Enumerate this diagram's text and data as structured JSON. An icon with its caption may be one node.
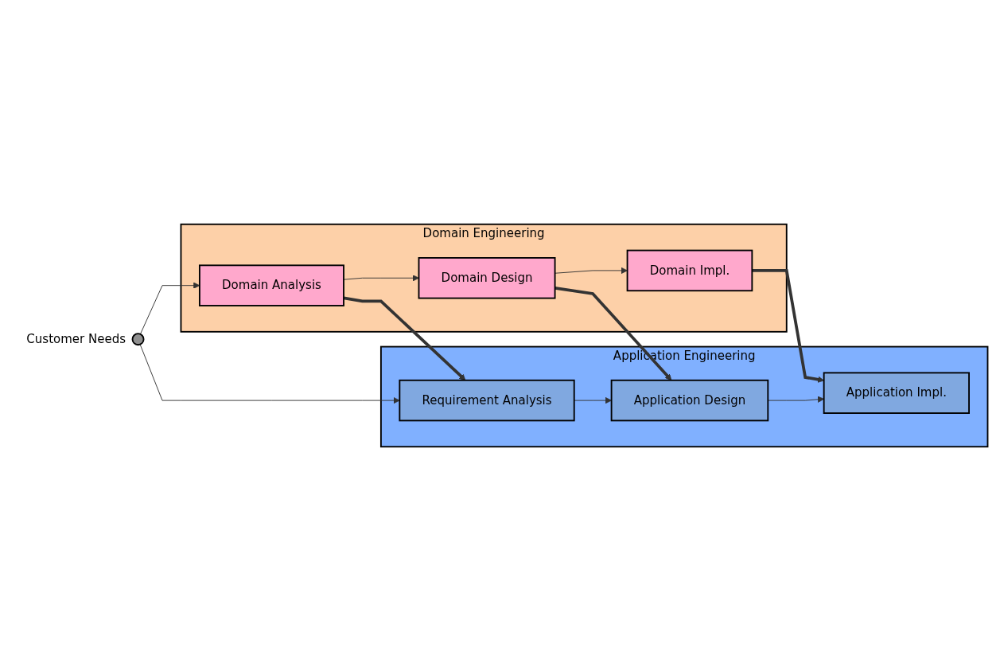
{
  "diagram": {
    "nodes": [
      {
        "text": [
          "Domain Engineering"
        ]
      },
      {
        "text": [
          "Domain Analysis"
        ],
        "in": 0
      },
      {
        "text": [
          "Domain Design"
        ],
        "in": 0
      },
      {
        "text": [
          "Domain Impl."
        ],
        "in": 0
      },
      {
        "text": [],
        "shape": "circle",
        "beside": [
          "Customer Needs"
        ]
      },
      {
        "text": [
          "Application Engineering"
        ]
      },
      {
        "text": [
          "Requirement Analysis"
        ],
        "in": 5
      },
      {
        "text": [
          "Application Design"
        ],
        "in": 5
      },
      {
        "text": [
          "Application Impl."
        ],
        "in": 5
      }
    ],
    "edges": [
      {
        "from": 1,
        "to": 2,
        "arrow": "to"
      },
      {
        "from": 2,
        "to": 3,
        "arrow": "to"
      },
      {
        "from": 4,
        "to": 1,
        "arrow": "to"
      },
      {
        "from": 4,
        "to": 6,
        "arrow": "to"
      },
      {
        "from": 1,
        "to": 6,
        "arrow": "to",
        "style": "thick"
      },
      {
        "from": 2,
        "to": 7,
        "arrow": "to",
        "style": "thick"
      },
      {
        "from": 3,
        "to": 8,
        "arrow": "to",
        "style": "thick"
      },
      {
        "from": 6,
        "to": 7,
        "arrow": "to"
      },
      {
        "from": 7,
        "to": 8,
        "arrow": "to"
      }
    ]
  }
}
